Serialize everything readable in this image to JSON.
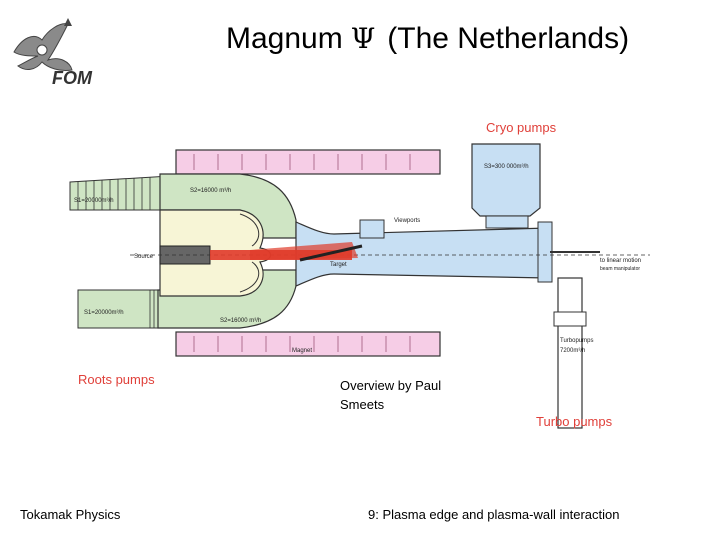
{
  "header": {
    "title_prefix": "Magnum",
    "title_symbol": "Ψ",
    "title_suffix": "(The Netherlands)",
    "logo_text": "FOM"
  },
  "diagram": {
    "labels": {
      "cryo_pumps": "Cryo pumps",
      "roots_pumps": "Roots pumps",
      "turbo_pumps": "Turbo pumps",
      "overview_line1": "Overview by Paul",
      "overview_line2": "Smeets",
      "cryo_speed": "S3=300 000m³/h",
      "s1_top": "S1=20000m³/h",
      "s2_top": "S2=16000 m³/h",
      "s1_bottom": "S1=20000m³/h",
      "s2_bottom": "S2=16000 m³/h",
      "magnet": "Magnet",
      "viewports": "Viewports",
      "source": "Source",
      "target": "Target",
      "linear_motion": "to linear motion",
      "linear_motion_sub": "beam manipulator",
      "turbopumps": "Turbopumps",
      "turbo_speed": "7200m³/h"
    },
    "colors": {
      "magnet_fill": "#f6cde6",
      "green_fill": "#cfe5c4",
      "yellow_fill": "#f7f5d6",
      "blue_fill": "#c7dff3",
      "plasma_red": "#e03a2a",
      "label_red": "#e0403a"
    }
  },
  "footer": {
    "left": "Tokamak Physics",
    "right": "9: Plasma edge and plasma-wall interaction"
  }
}
